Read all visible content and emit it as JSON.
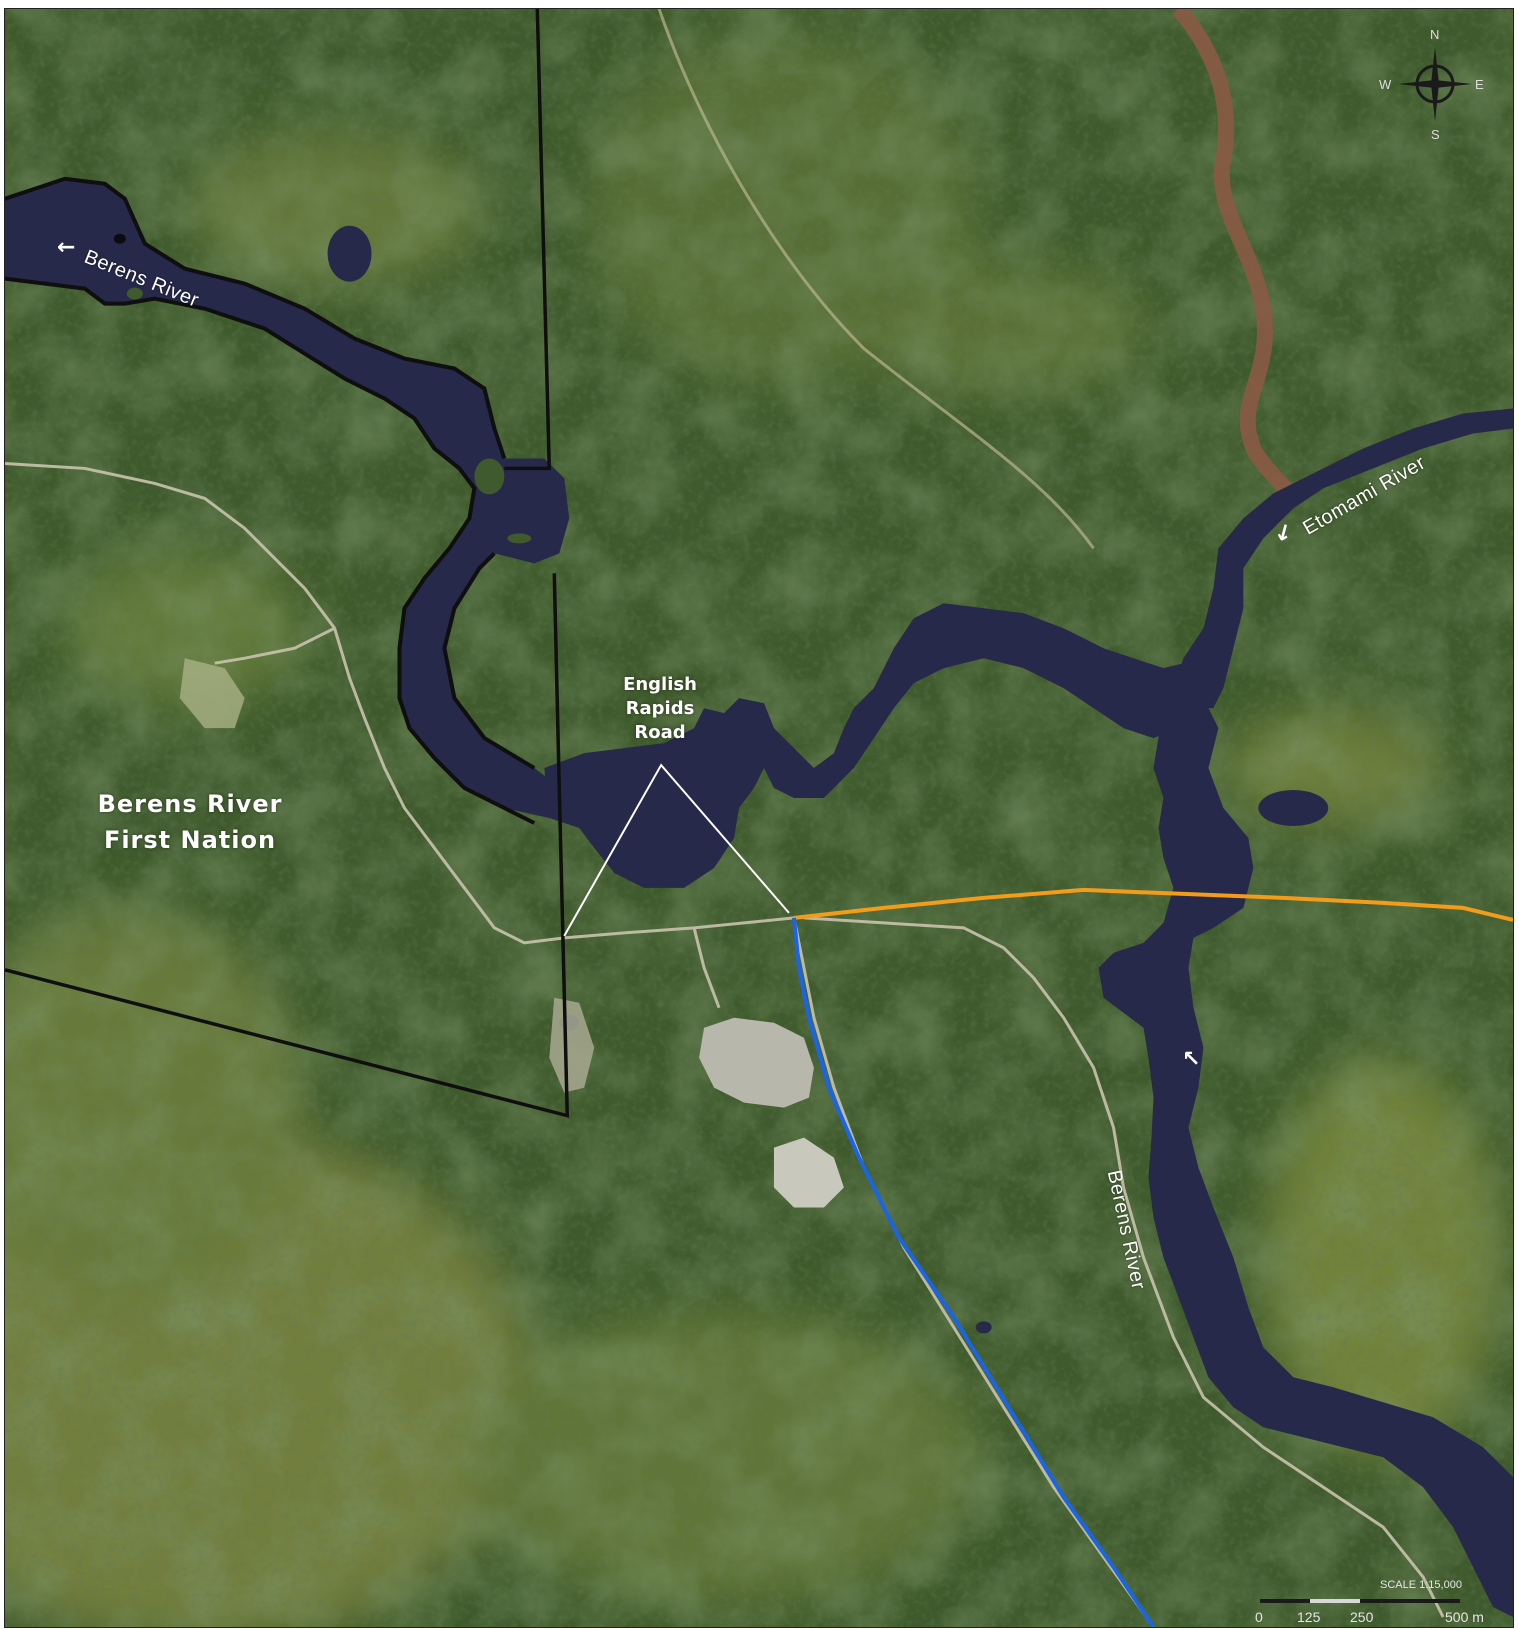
{
  "labels": {
    "river_nw": "Berens River",
    "river_etomami": "Etomami River",
    "river_se": "Berens River",
    "first_nation_line1": "Berens River",
    "first_nation_line2": "First Nation",
    "road_line1": "English",
    "road_line2": "Rapids",
    "road_line3": "Road"
  },
  "compass": {
    "n": "N",
    "s": "S",
    "e": "E",
    "w": "W"
  },
  "scale": {
    "title": "SCALE 1:15,000",
    "ticks": [
      "0",
      "125",
      "250",
      "500 m"
    ]
  },
  "icons": {
    "flow_arrow": "flow-arrow-icon",
    "compass_rose": "compass-rose-icon"
  },
  "colors": {
    "forest": "#3f5a2c",
    "bog": "#6b7b3c",
    "water": "#26294a",
    "silty_river": "#8a5a44",
    "boundary": "#0f0f0f",
    "orange_line": "#f29c1a",
    "blue_line": "#1a64e6",
    "road": "#c9c3ad",
    "gravel": "#bdbdb3"
  }
}
